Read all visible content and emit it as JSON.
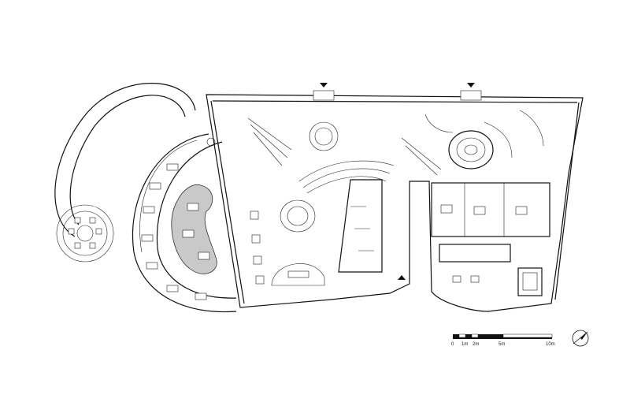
{
  "scale_bar": {
    "labels": [
      "0",
      "1m",
      "2m",
      "5m",
      "10m"
    ]
  },
  "icons": {
    "north": "north-arrow-icon",
    "entrance": "entrance-arrow-icon"
  }
}
